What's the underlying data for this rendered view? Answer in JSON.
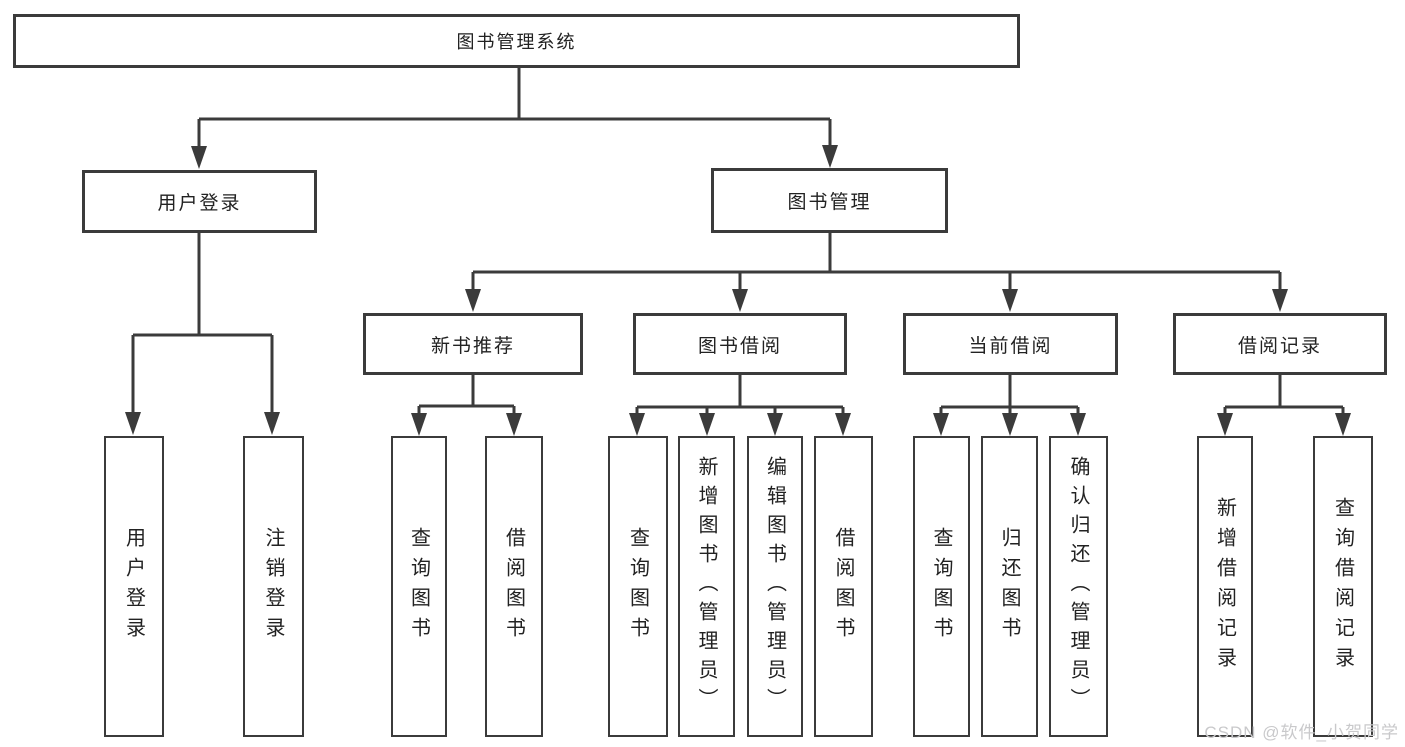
{
  "diagram": {
    "title_node": {
      "label": "图书管理系统"
    },
    "level2": {
      "user_login": {
        "label": "用户登录"
      },
      "book_management": {
        "label": "图书管理"
      }
    },
    "level3": {
      "new_book_recommend": {
        "label": "新书推荐"
      },
      "book_borrowing": {
        "label": "图书借阅"
      },
      "current_borrowing": {
        "label": "当前借阅"
      },
      "borrowing_records": {
        "label": "借阅记录"
      }
    },
    "leaves": {
      "user_login": {
        "label": "用户登录"
      },
      "logout": {
        "label": "注销登录"
      },
      "query_book_recommend": {
        "label": "查询图书"
      },
      "borrow_book_recommend": {
        "label": "借阅图书"
      },
      "query_book_borrow": {
        "label": "查询图书"
      },
      "add_book_admin": {
        "label": "新增图书（管理员）"
      },
      "edit_book_admin": {
        "label": "编辑图书（管理员）"
      },
      "borrow_book_borrow": {
        "label": "借阅图书"
      },
      "query_book_current": {
        "label": "查询图书"
      },
      "return_book": {
        "label": "归还图书"
      },
      "confirm_return_admin": {
        "label": "确认归还（管理员）"
      },
      "add_borrow_record": {
        "label": "新增借阅记录"
      },
      "query_borrow_record": {
        "label": "查询借阅记录"
      }
    }
  },
  "watermark": {
    "text": "CSDN @软件_小贺同学"
  },
  "colors": {
    "line": "#3b3b3b",
    "text": "#222222",
    "background": "#ffffff",
    "watermark": "#c9c9cb"
  }
}
